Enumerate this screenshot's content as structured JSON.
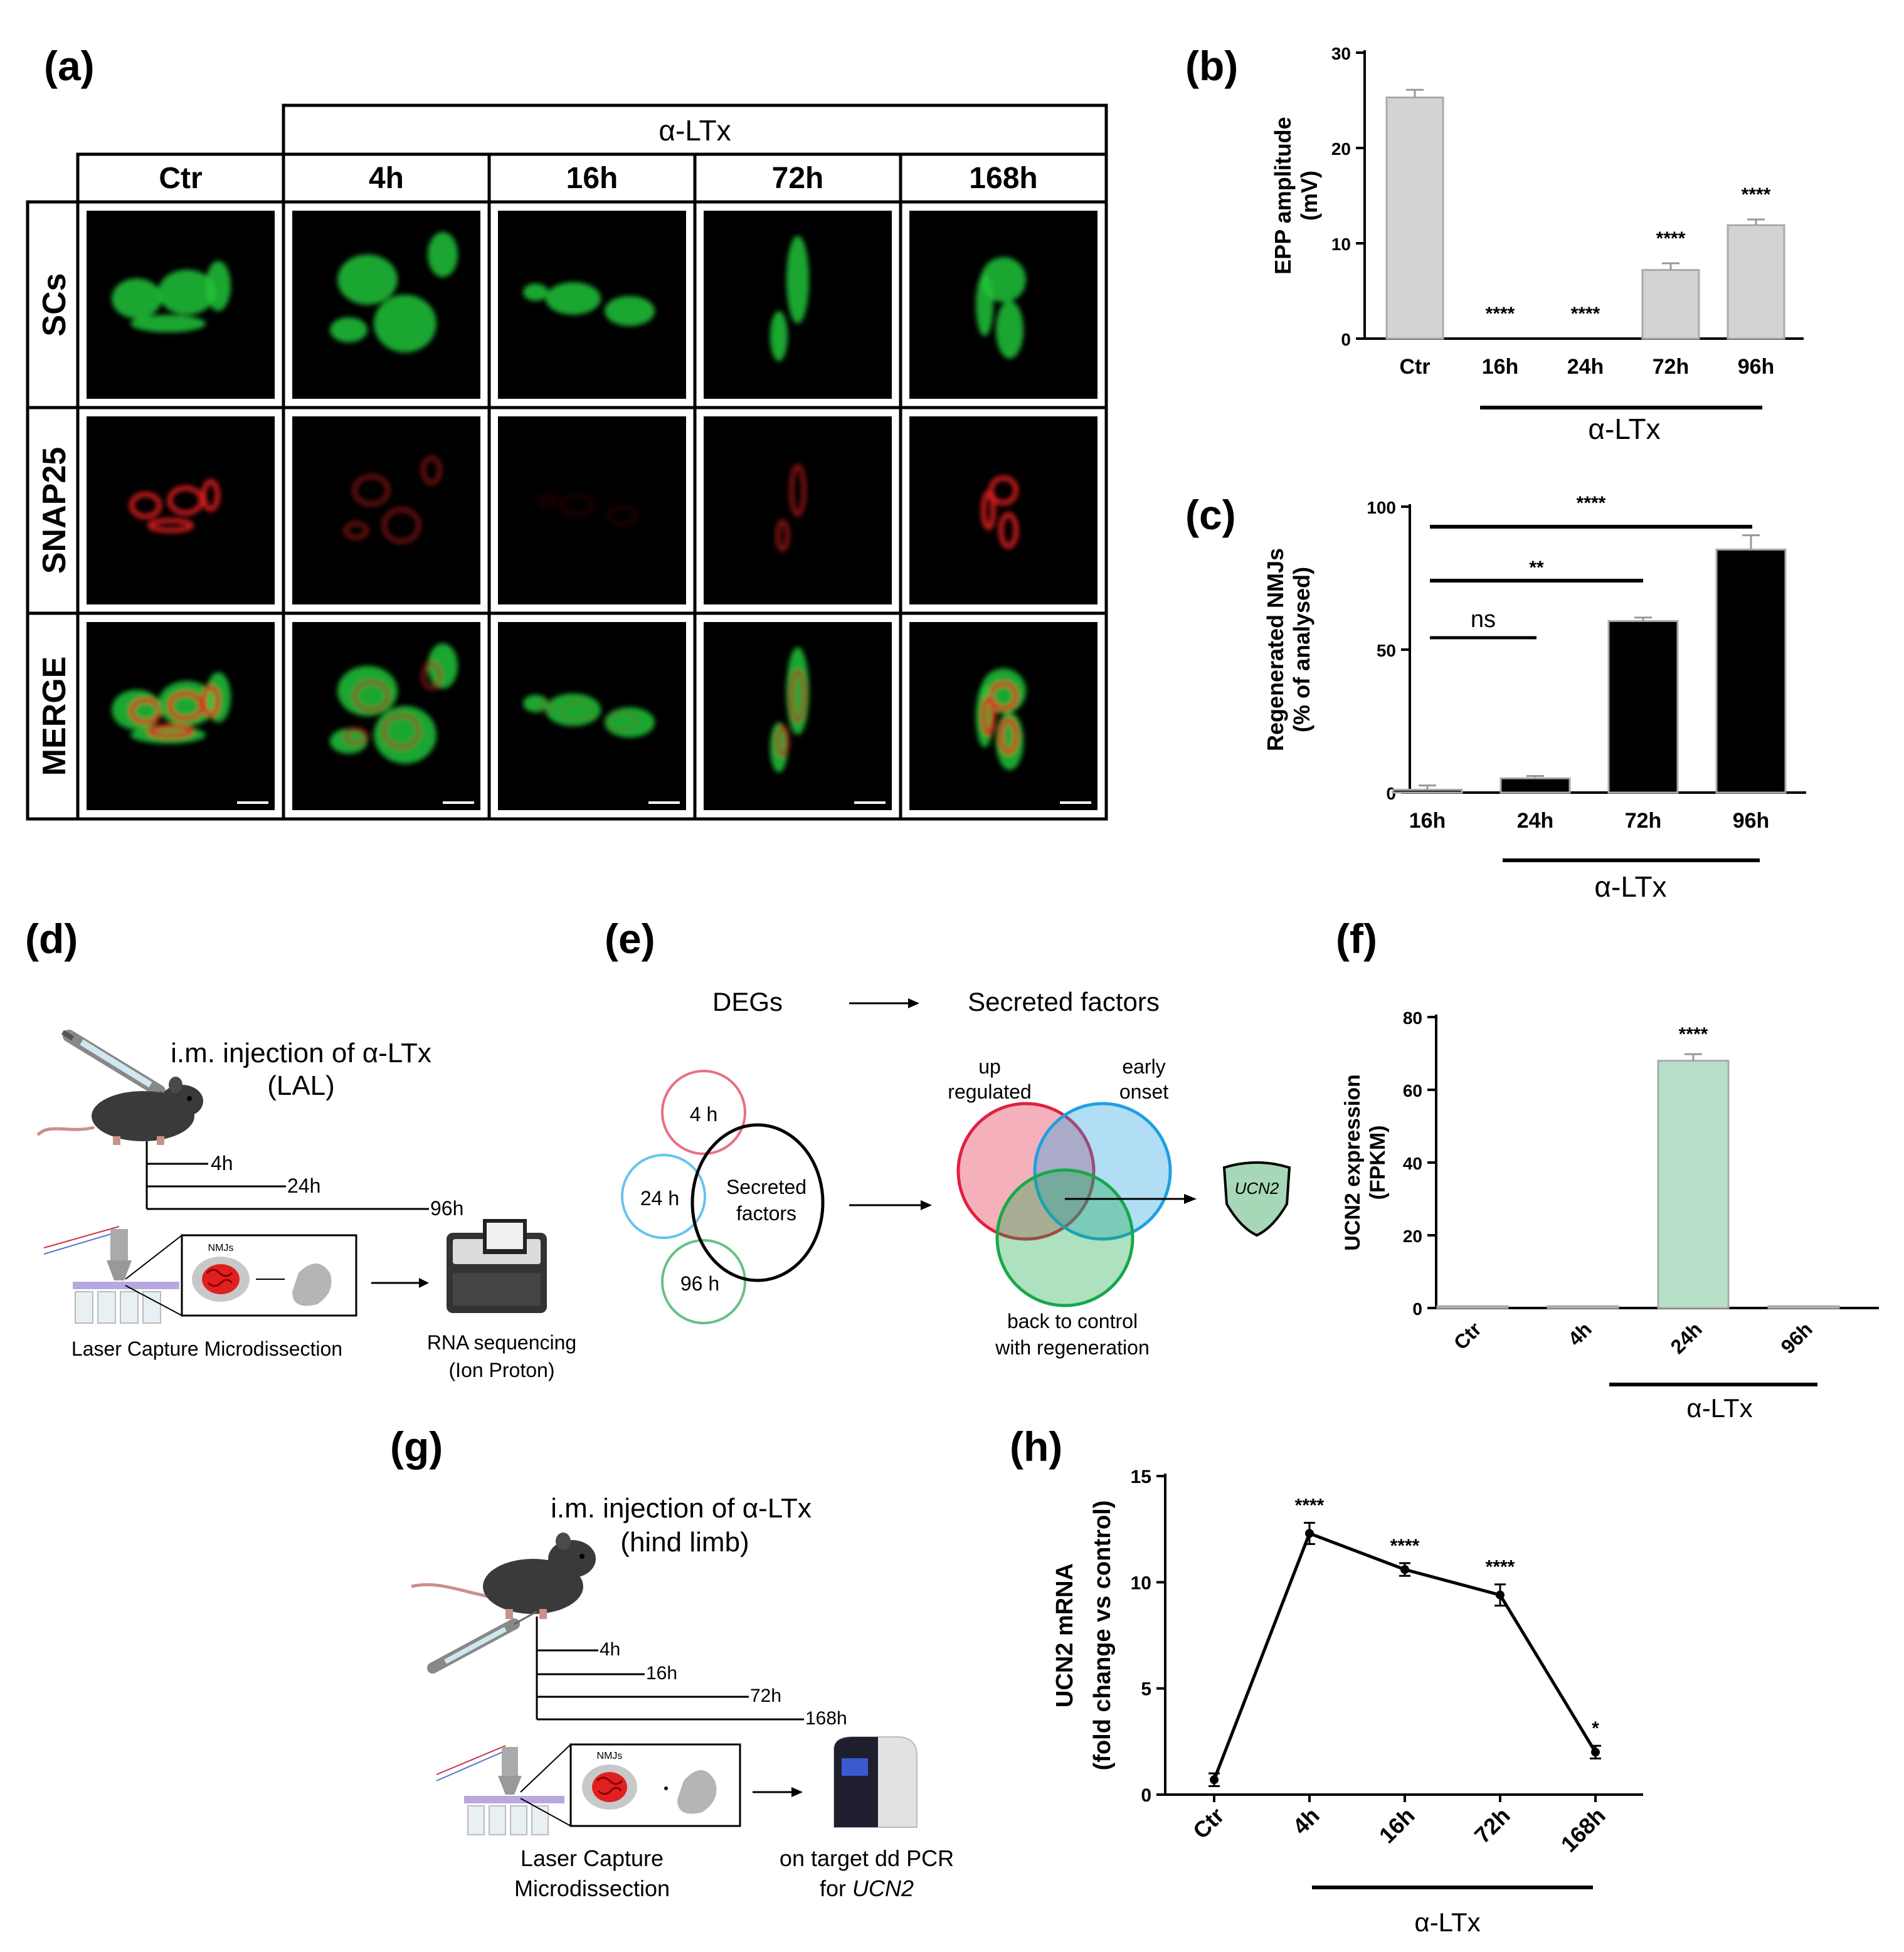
{
  "panel_labels": [
    "(a)",
    "(b)",
    "(c)",
    "(d)",
    "(e)",
    "(f)",
    "(g)",
    "(h)"
  ],
  "panel_a": {
    "header_group": "α-LTx",
    "columns": [
      "Ctr",
      "4h",
      "16h",
      "72h",
      "168h"
    ],
    "rows": [
      "SCs",
      "SNAP25",
      "MERGE"
    ],
    "colors": {
      "scs": "#17a84a",
      "snap25": "#e02020",
      "merge": "#000000"
    }
  },
  "panel_b": {
    "group_label": "α-LTx",
    "sig": [
      "****",
      "****",
      "****",
      "****"
    ]
  },
  "panel_c": {
    "group_label": "α-LTx",
    "sig": {
      "ns": "ns",
      "double": "**",
      "quad": "****"
    }
  },
  "panel_d": {
    "title_line1": "i.m. injection of α-LTx",
    "title_line2": "(LAL)",
    "times": [
      "4h",
      "24h",
      "96h"
    ],
    "lcm": "Laser Capture Microdissection",
    "seq_line1": "RNA sequencing",
    "seq_line2": "(Ion Proton)",
    "nmj_tag": "NMJs"
  },
  "panel_e": {
    "degs": "DEGs",
    "secreted_header": "Secreted factors",
    "circles": [
      "4 h",
      "24 h",
      "96 h"
    ],
    "secreted_line1": "Secreted",
    "secreted_line2": "factors",
    "up_line1": "up",
    "up_line2": "regulated",
    "early_line1": "early",
    "early_line2": "onset",
    "back_line1": "back to control",
    "back_line2": "with regeneration",
    "gene": "UCN2",
    "colors": {
      "up": "#e02040",
      "early": "#1fa0e0",
      "back": "#17a84a"
    }
  },
  "panel_f": {
    "group_label": "α-LTx",
    "sig": "****"
  },
  "panel_g": {
    "title_line1": "i.m. injection of α-LTx",
    "title_line2": "(hind limb)",
    "times": [
      "4h",
      "16h",
      "72h",
      "168h"
    ],
    "lcm_line1": "Laser Capture",
    "lcm_line2": "Microdissection",
    "pcr_line1": "on target dd PCR",
    "pcr_line2_prefix": "for ",
    "pcr_gene": "UCN2",
    "nmj_tag": "NMJs"
  },
  "panel_h": {
    "group_label": "α-LTx"
  },
  "chart_data": [
    {
      "id": "b",
      "type": "bar",
      "categories": [
        "Ctr",
        "16h",
        "24h",
        "72h",
        "96h"
      ],
      "values": [
        25.3,
        0,
        0,
        7.2,
        11.9
      ],
      "errors": [
        0.8,
        0,
        0,
        0.7,
        0.6
      ],
      "ylabel": "EPP amplitude (mV)",
      "ylim": [
        0,
        30
      ],
      "yticks": [
        0,
        10,
        20,
        30
      ],
      "significance": [
        "",
        "****",
        "****",
        "****",
        "****"
      ],
      "bar_color": "#d3d3d3",
      "grid": false
    },
    {
      "id": "c",
      "type": "bar",
      "categories": [
        "16h",
        "24h",
        "72h",
        "96h"
      ],
      "values": [
        1,
        5,
        60,
        85
      ],
      "errors": [
        1.5,
        0.8,
        1.2,
        5
      ],
      "ylabel": "Regenerated NMJs (% of analysed)",
      "ylim": [
        0,
        100
      ],
      "yticks": [
        0,
        50,
        100
      ],
      "comparisons": [
        {
          "from": "16h",
          "to": "24h",
          "label": "ns"
        },
        {
          "from": "16h",
          "to": "72h",
          "label": "**"
        },
        {
          "from": "16h",
          "to": "96h",
          "label": "****"
        }
      ],
      "bar_color": "#000000",
      "grid": false
    },
    {
      "id": "f",
      "type": "bar",
      "categories": [
        "Ctr",
        "4h",
        "24h",
        "96h"
      ],
      "values": [
        0.5,
        0.5,
        68,
        0.5
      ],
      "errors": [
        0,
        0,
        1.8,
        0
      ],
      "ylabel": "UCN2 expression (FPKM)",
      "ylim": [
        0,
        80
      ],
      "yticks": [
        0,
        20,
        40,
        60,
        80
      ],
      "significance": [
        "",
        "",
        "****",
        ""
      ],
      "bar_color": "#b8e0c8",
      "grid": false
    },
    {
      "id": "h",
      "type": "line",
      "categories": [
        "Ctr",
        "4h",
        "16h",
        "72h",
        "168h"
      ],
      "values": [
        0.7,
        12.3,
        10.6,
        9.4,
        2
      ],
      "errors": [
        0.3,
        0.5,
        0.3,
        0.5,
        0.3
      ],
      "ylabel": "UCN2 mRNA (fold change vs control)",
      "ylim": [
        0,
        15
      ],
      "yticks": [
        0,
        5,
        10,
        15
      ],
      "significance": [
        "",
        "****",
        "****",
        "****",
        "*"
      ],
      "grid": false
    }
  ]
}
